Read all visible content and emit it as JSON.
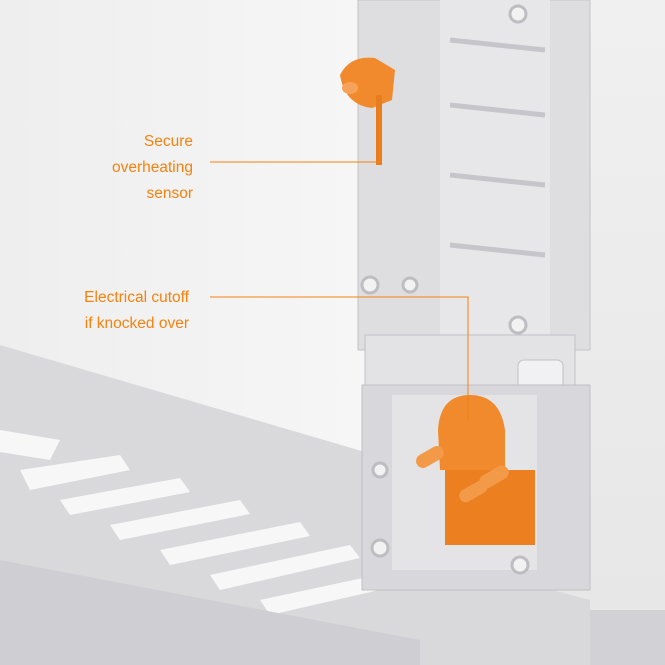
{
  "colors": {
    "accent": "#f5820f",
    "background": "#ececec",
    "plastic": "#dcdcdf",
    "part": "#f08a2c"
  },
  "callouts": [
    {
      "lines": [
        "Secure",
        "overheating",
        "sensor"
      ]
    },
    {
      "lines": [
        "Electrical cutoff",
        "if knocked over"
      ]
    }
  ]
}
